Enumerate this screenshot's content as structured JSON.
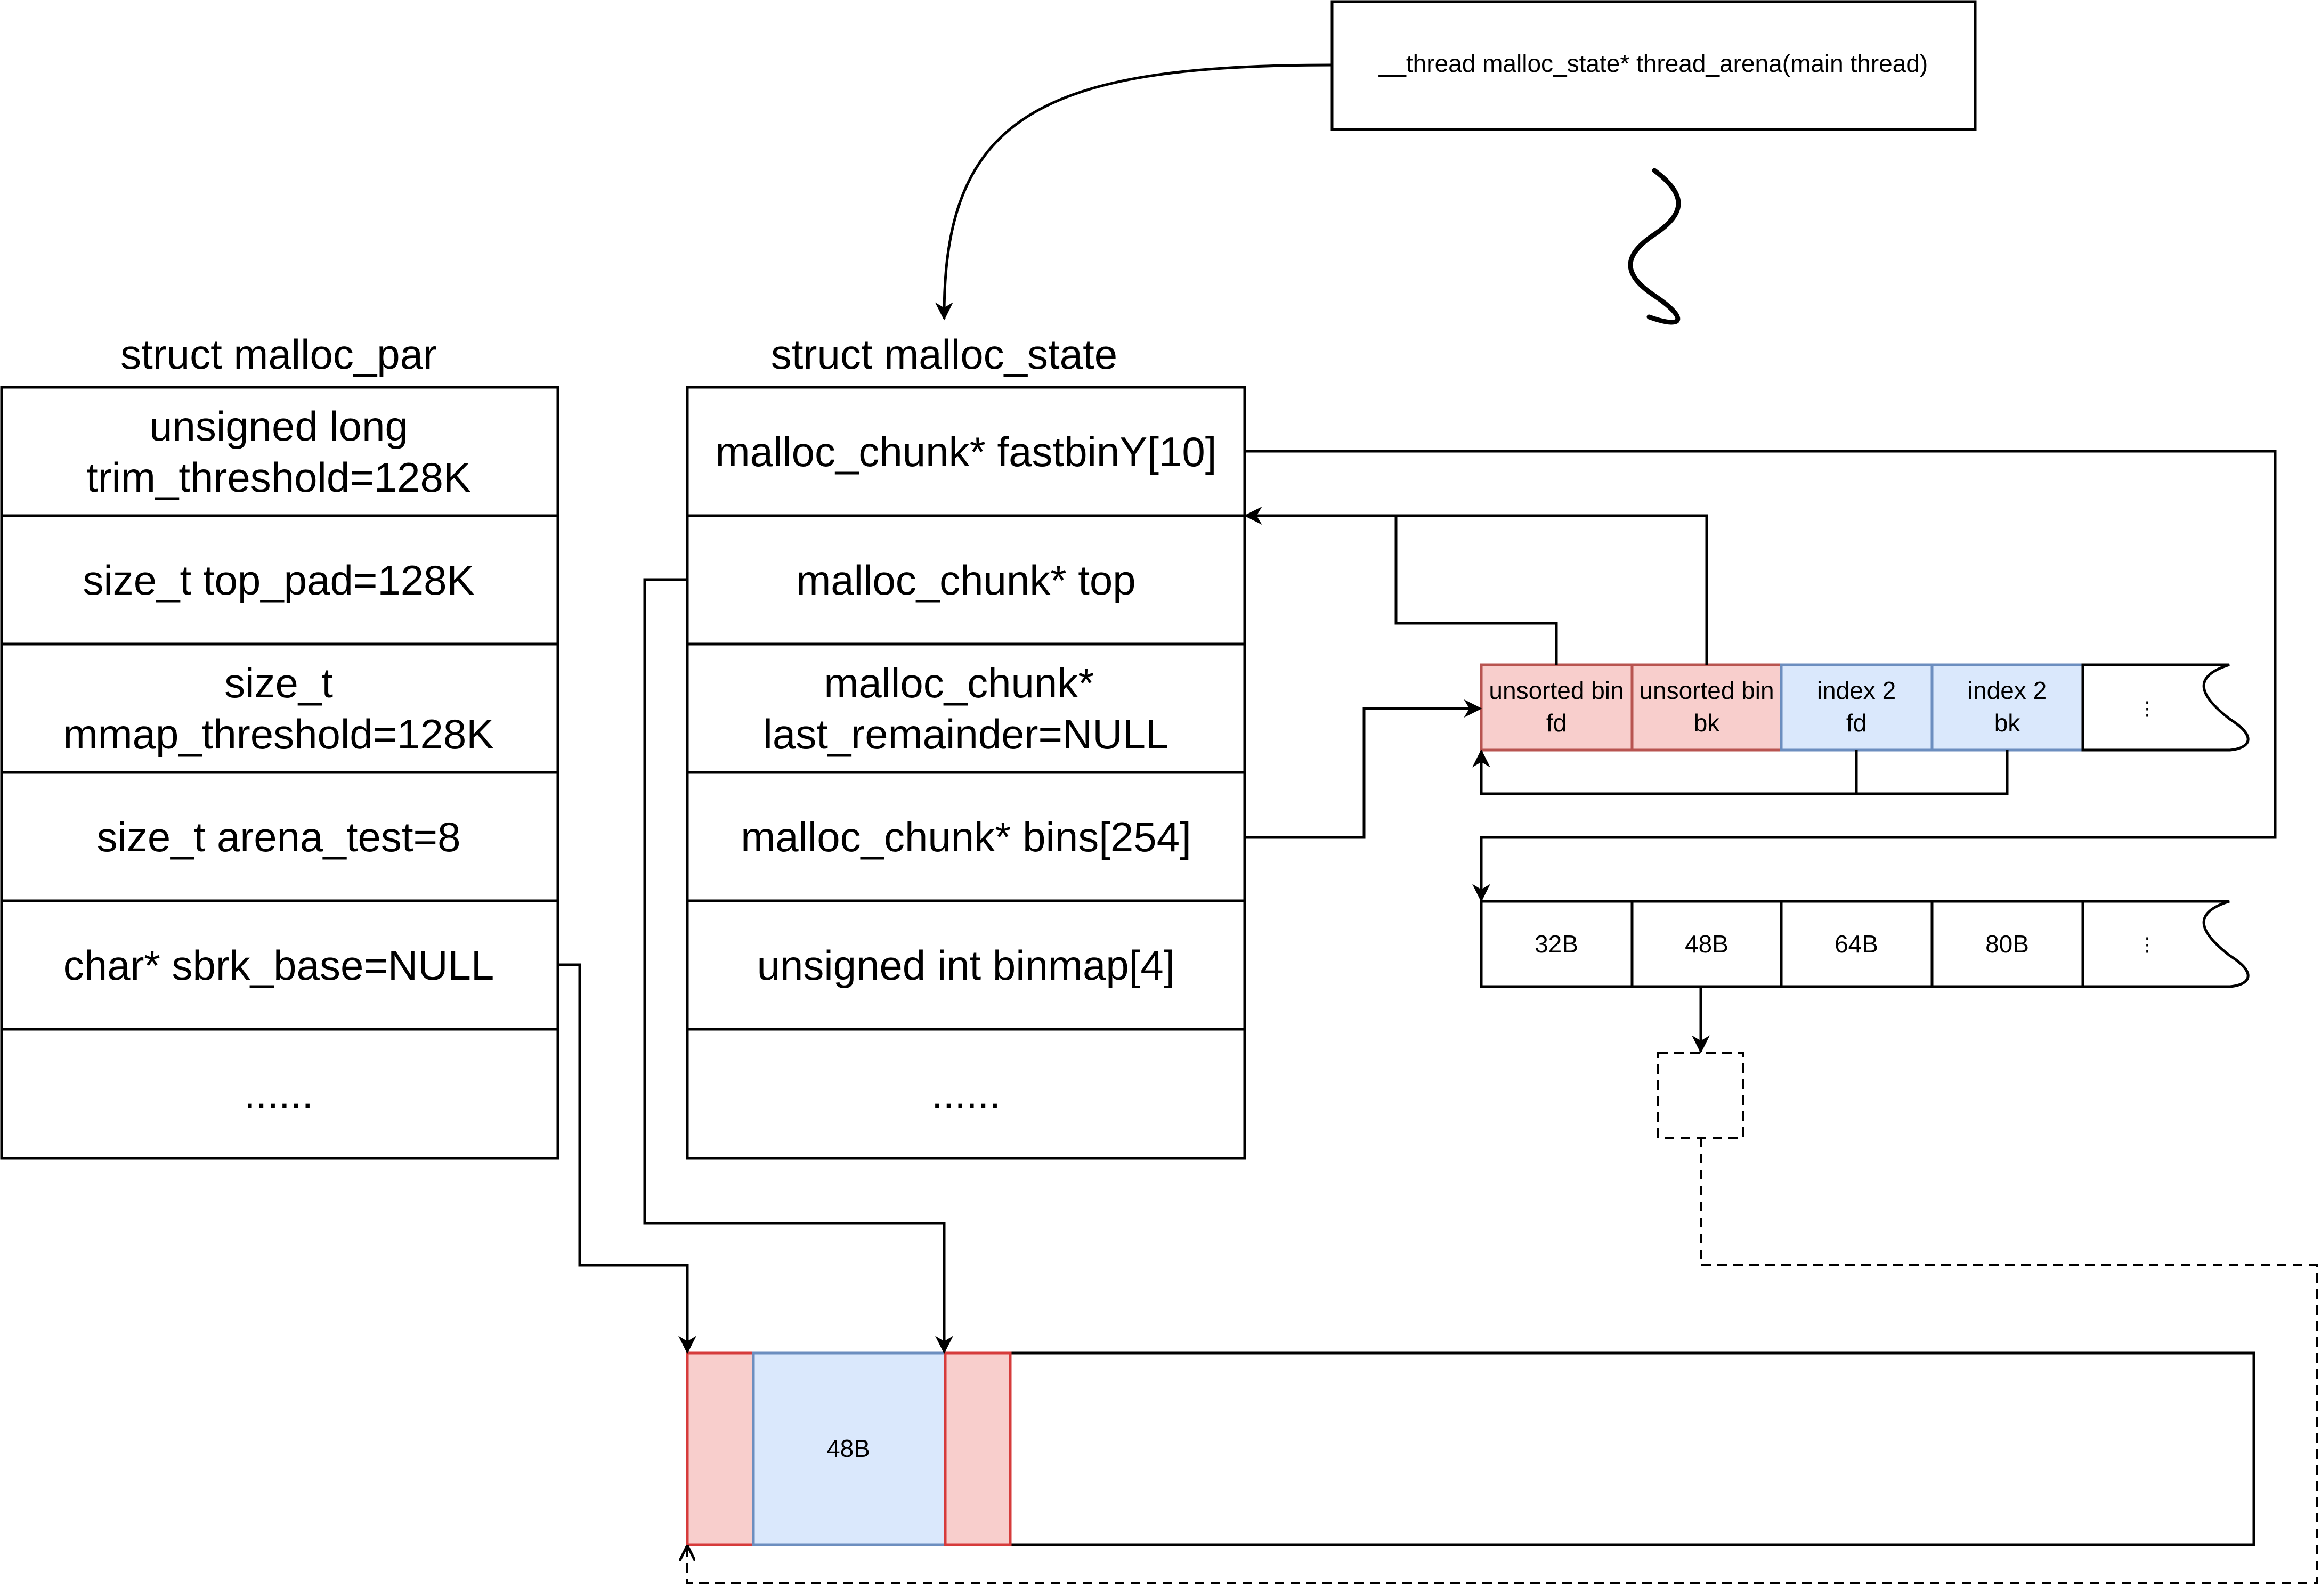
{
  "thread_box": {
    "label": "__thread malloc_state* thread_arena(main thread)"
  },
  "malloc_par": {
    "title": "struct malloc_par",
    "fields": [
      {
        "line1": "unsigned long",
        "line2": "trim_threshold=128K"
      },
      {
        "line1": "size_t top_pad=128K",
        "line2": ""
      },
      {
        "line1": "size_t",
        "line2": "mmap_threshold=128K"
      },
      {
        "line1": "size_t arena_test=8",
        "line2": ""
      },
      {
        "line1": "char* sbrk_base=NULL",
        "line2": ""
      },
      {
        "line1": "......",
        "line2": ""
      }
    ]
  },
  "malloc_state": {
    "title": "struct malloc_state",
    "fields": [
      {
        "line1": "malloc_chunk* fastbinY[10]",
        "line2": ""
      },
      {
        "line1": "malloc_chunk*  top",
        "line2": ""
      },
      {
        "line1": "malloc_chunk*",
        "line2": "last_remainder=NULL"
      },
      {
        "line1": "malloc_chunk*  bins[254]",
        "line2": ""
      },
      {
        "line1": "unsigned int binmap[4]",
        "line2": ""
      },
      {
        "line1": "......",
        "line2": ""
      }
    ]
  },
  "bins_array": {
    "cells": [
      {
        "line1": "unsorted bin",
        "line2": "fd"
      },
      {
        "line1": "unsorted bin",
        "line2": "bk"
      },
      {
        "line1": "index 2",
        "line2": "fd"
      },
      {
        "line1": "index 2",
        "line2": "bk"
      }
    ],
    "more": "⋮"
  },
  "fastbin_array": {
    "cells": [
      "32B",
      "48B",
      "64B",
      "80B"
    ],
    "more": "⋮"
  },
  "heap": {
    "chunk_label": "48B"
  },
  "colors": {
    "pink_fill": "#f8cecc",
    "pink_stroke": "#b85450",
    "blue_fill": "#dae8fc",
    "blue_stroke": "#6c8ebf"
  }
}
